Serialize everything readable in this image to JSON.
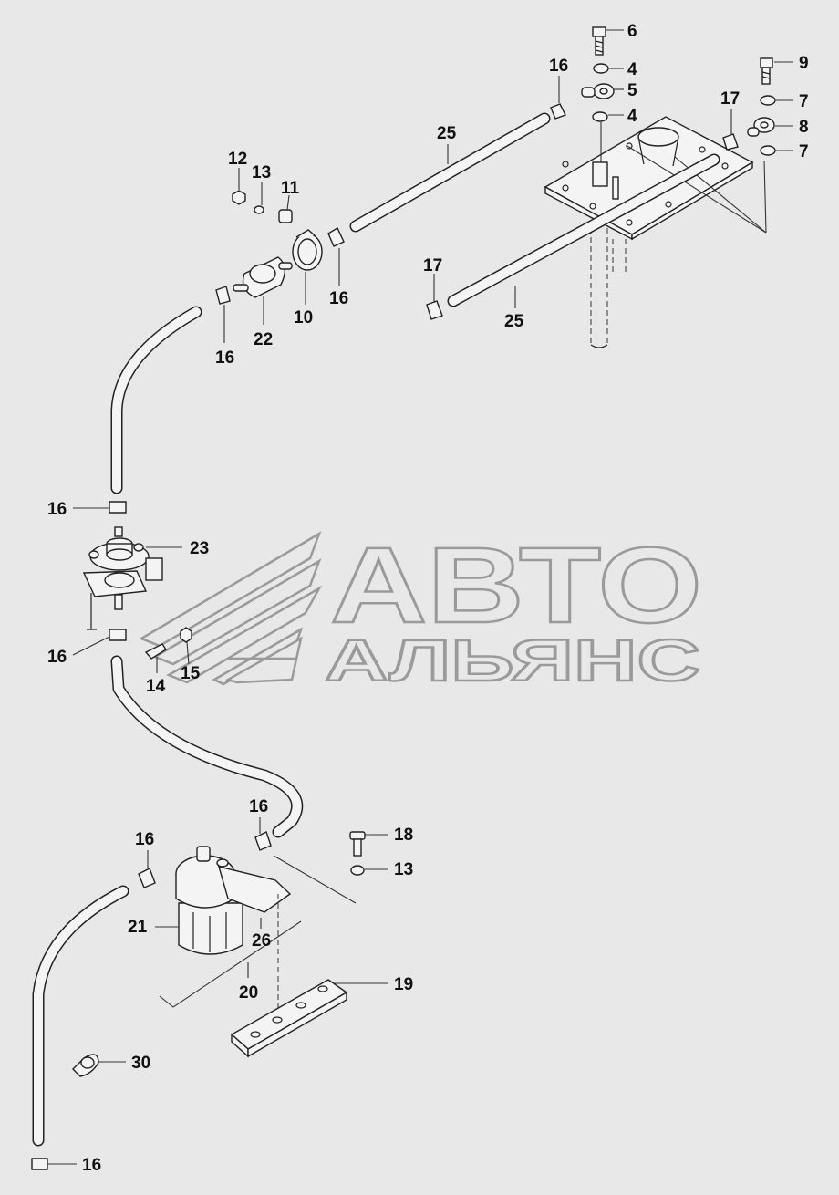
{
  "watermark": {
    "line1": "АВТО",
    "line2": "АЛЬЯНС"
  },
  "callouts": {
    "c6": "6",
    "c4a": "4",
    "c5": "5",
    "c4b": "4",
    "c16a": "16",
    "c9": "9",
    "c7a": "7",
    "c17a": "17",
    "c8": "8",
    "c7b": "7",
    "c25a": "25",
    "c12": "12",
    "c13a": "13",
    "c11": "11",
    "c17b": "17",
    "c25b": "25",
    "c10": "10",
    "c16b": "16",
    "c22": "22",
    "c16c": "16",
    "c16d": "16",
    "c23": "23",
    "c16e": "16",
    "c14": "14",
    "c15": "15",
    "c16f": "16",
    "c18": "18",
    "c16g": "16",
    "c13b": "13",
    "c21": "21",
    "c26": "26",
    "c20": "20",
    "c19": "19",
    "c30": "30",
    "c16h": "16"
  }
}
